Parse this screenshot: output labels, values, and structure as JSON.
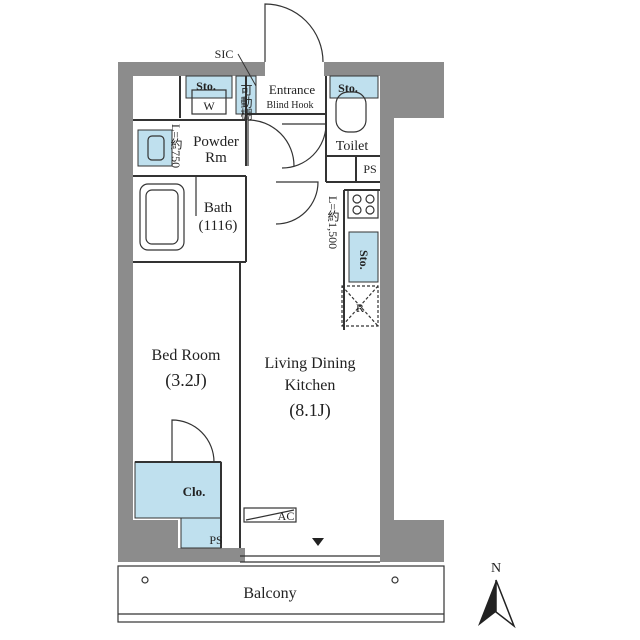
{
  "rooms": {
    "bedroom_name": "Bed Room",
    "bedroom_size": "(3.2J)",
    "ldk_line1": "Living Dining",
    "ldk_line2": "Kitchen",
    "ldk_size": "(8.1J)",
    "bath_name": "Bath",
    "bath_size": "(1116)",
    "powder_line1": "Powder",
    "powder_line2": "Rm",
    "toilet": "Toilet",
    "entrance": "Entrance",
    "blind_hook": "Blind Hook",
    "balcony": "Balcony",
    "closet": "Clo."
  },
  "labels": {
    "sic": "SIC",
    "sto": "Sto.",
    "washer": "W",
    "movable_shelf": "可動棚",
    "ps": "PS",
    "refrigerator": "R",
    "ac": "AC",
    "kitchen_length": "L=約1,500",
    "powder_length": "L=約750"
  },
  "compass": {
    "north": "N"
  },
  "colors": {
    "wall": "#8c8c8c",
    "storage": "#bfe0ee",
    "line": "#333333"
  }
}
